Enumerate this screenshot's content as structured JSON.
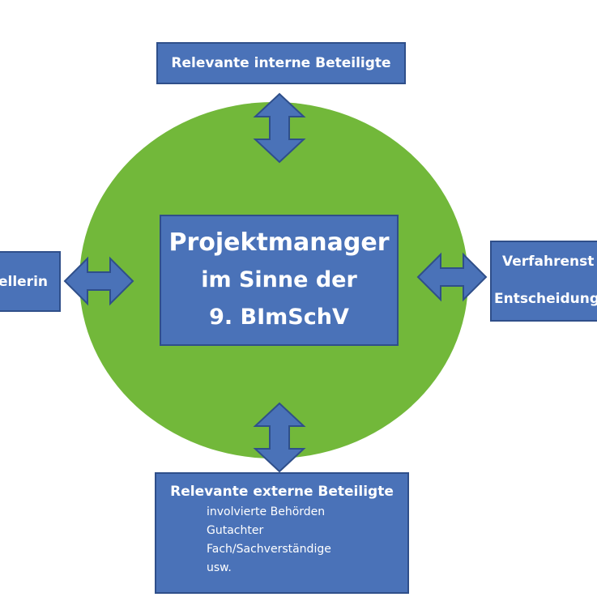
{
  "colors": {
    "box_fill": "#4a72b8",
    "box_border": "#2f4f8a",
    "circle_fill": "#72b83a",
    "text": "#ffffff"
  },
  "top_box": {
    "title": "Relevante interne Beteiligte"
  },
  "center_box": {
    "line1": "Projektmanager",
    "line2": "im Sinne der",
    "line3": "9. BImSchV"
  },
  "left_box": {
    "title": "ellerin"
  },
  "right_box": {
    "line1": "Verfahrenst",
    "line2": "Entscheidung"
  },
  "bottom_box": {
    "title": "Relevante externe Beteiligte",
    "items": [
      "involvierte Behörden",
      "Gutachter",
      "Fach/Sachverständige",
      "usw."
    ]
  }
}
